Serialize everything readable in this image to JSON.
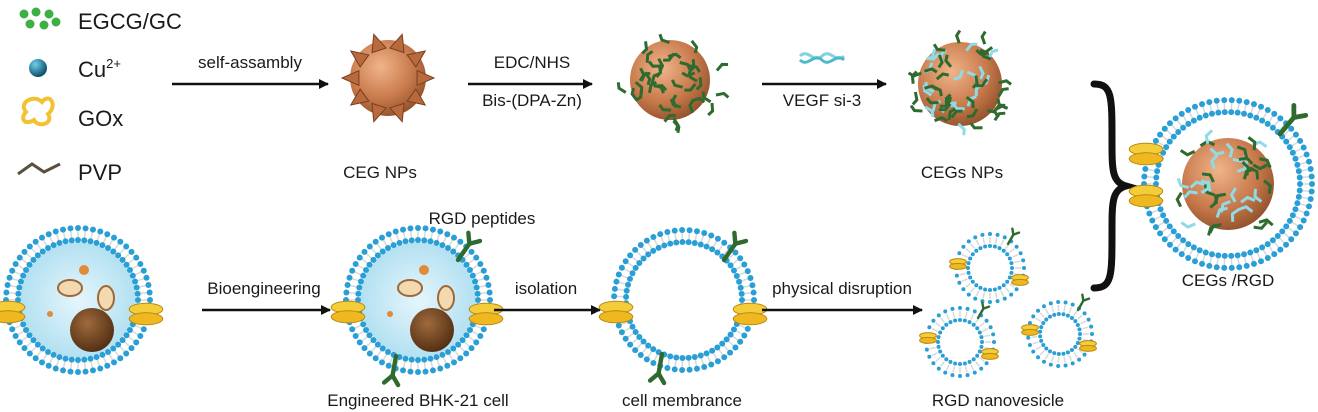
{
  "legend": {
    "egcg": "EGCG/GC",
    "cu_base": "Cu",
    "cu_sup": "2+",
    "gox": "GOx",
    "pvp": "PVP"
  },
  "top_row": {
    "arrow1": "self-assambly",
    "arrow2_top": "EDC/NHS",
    "arrow2_bottom": "Bis-(DPA-Zn)",
    "arrow3": "VEGF si-3",
    "ceg_label": "CEG NPs",
    "cegs_label": "CEGs NPs"
  },
  "bottom_row": {
    "rgd_peptides": "RGD peptides",
    "arrow1": "Bioengineering",
    "arrow2": "isolation",
    "arrow3": "physical disruption",
    "cell_label": "Engineered BHK-21 cell",
    "membrane_label": "cell membrance",
    "vesicle_label": "RGD nanovesicle"
  },
  "product_label": "CEGs /RGD",
  "colors": {
    "lipid_head": "#2a9fd6",
    "lipid_tail": "#d9d9d9",
    "cytoplasm": "#bfe6f5",
    "nucleus": "#7a4a25",
    "core": "#c87a4c",
    "pvp": "#2f6b2f",
    "gox": "#f2c230",
    "sirna": "#7fd3e0",
    "egcg": "#3cb043"
  }
}
